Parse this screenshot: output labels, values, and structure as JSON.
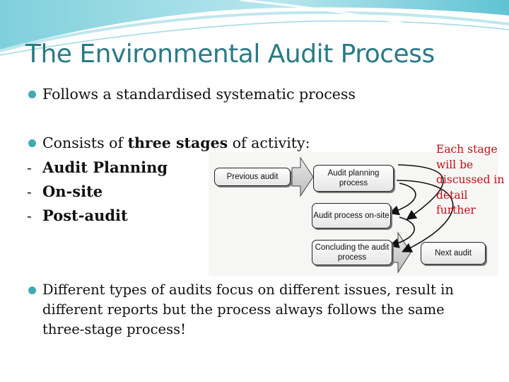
{
  "title": "The Environmental Audit Process",
  "bullets": {
    "b1": "Follows a standardised systematic process",
    "b2_pre": "Consists of ",
    "b2_bold": "three stages",
    "b2_post": " of activity:",
    "stages": [
      "Audit Planning",
      "On-site",
      "Post-audit"
    ],
    "b3": "Different types of audits focus on different issues, result in different reports but the process always follows the same three-stage process!"
  },
  "note": "Each stage will be discussed in detail further",
  "diagram": {
    "previous": "Previous audit",
    "planning": "Audit planning process",
    "onsite": "Audit process on-site",
    "concluding": "Concluding the audit process",
    "next": "Next audit"
  },
  "colors": {
    "title": "#2a7a86",
    "bullet": "#41a9b5",
    "note": "#c0101a"
  }
}
